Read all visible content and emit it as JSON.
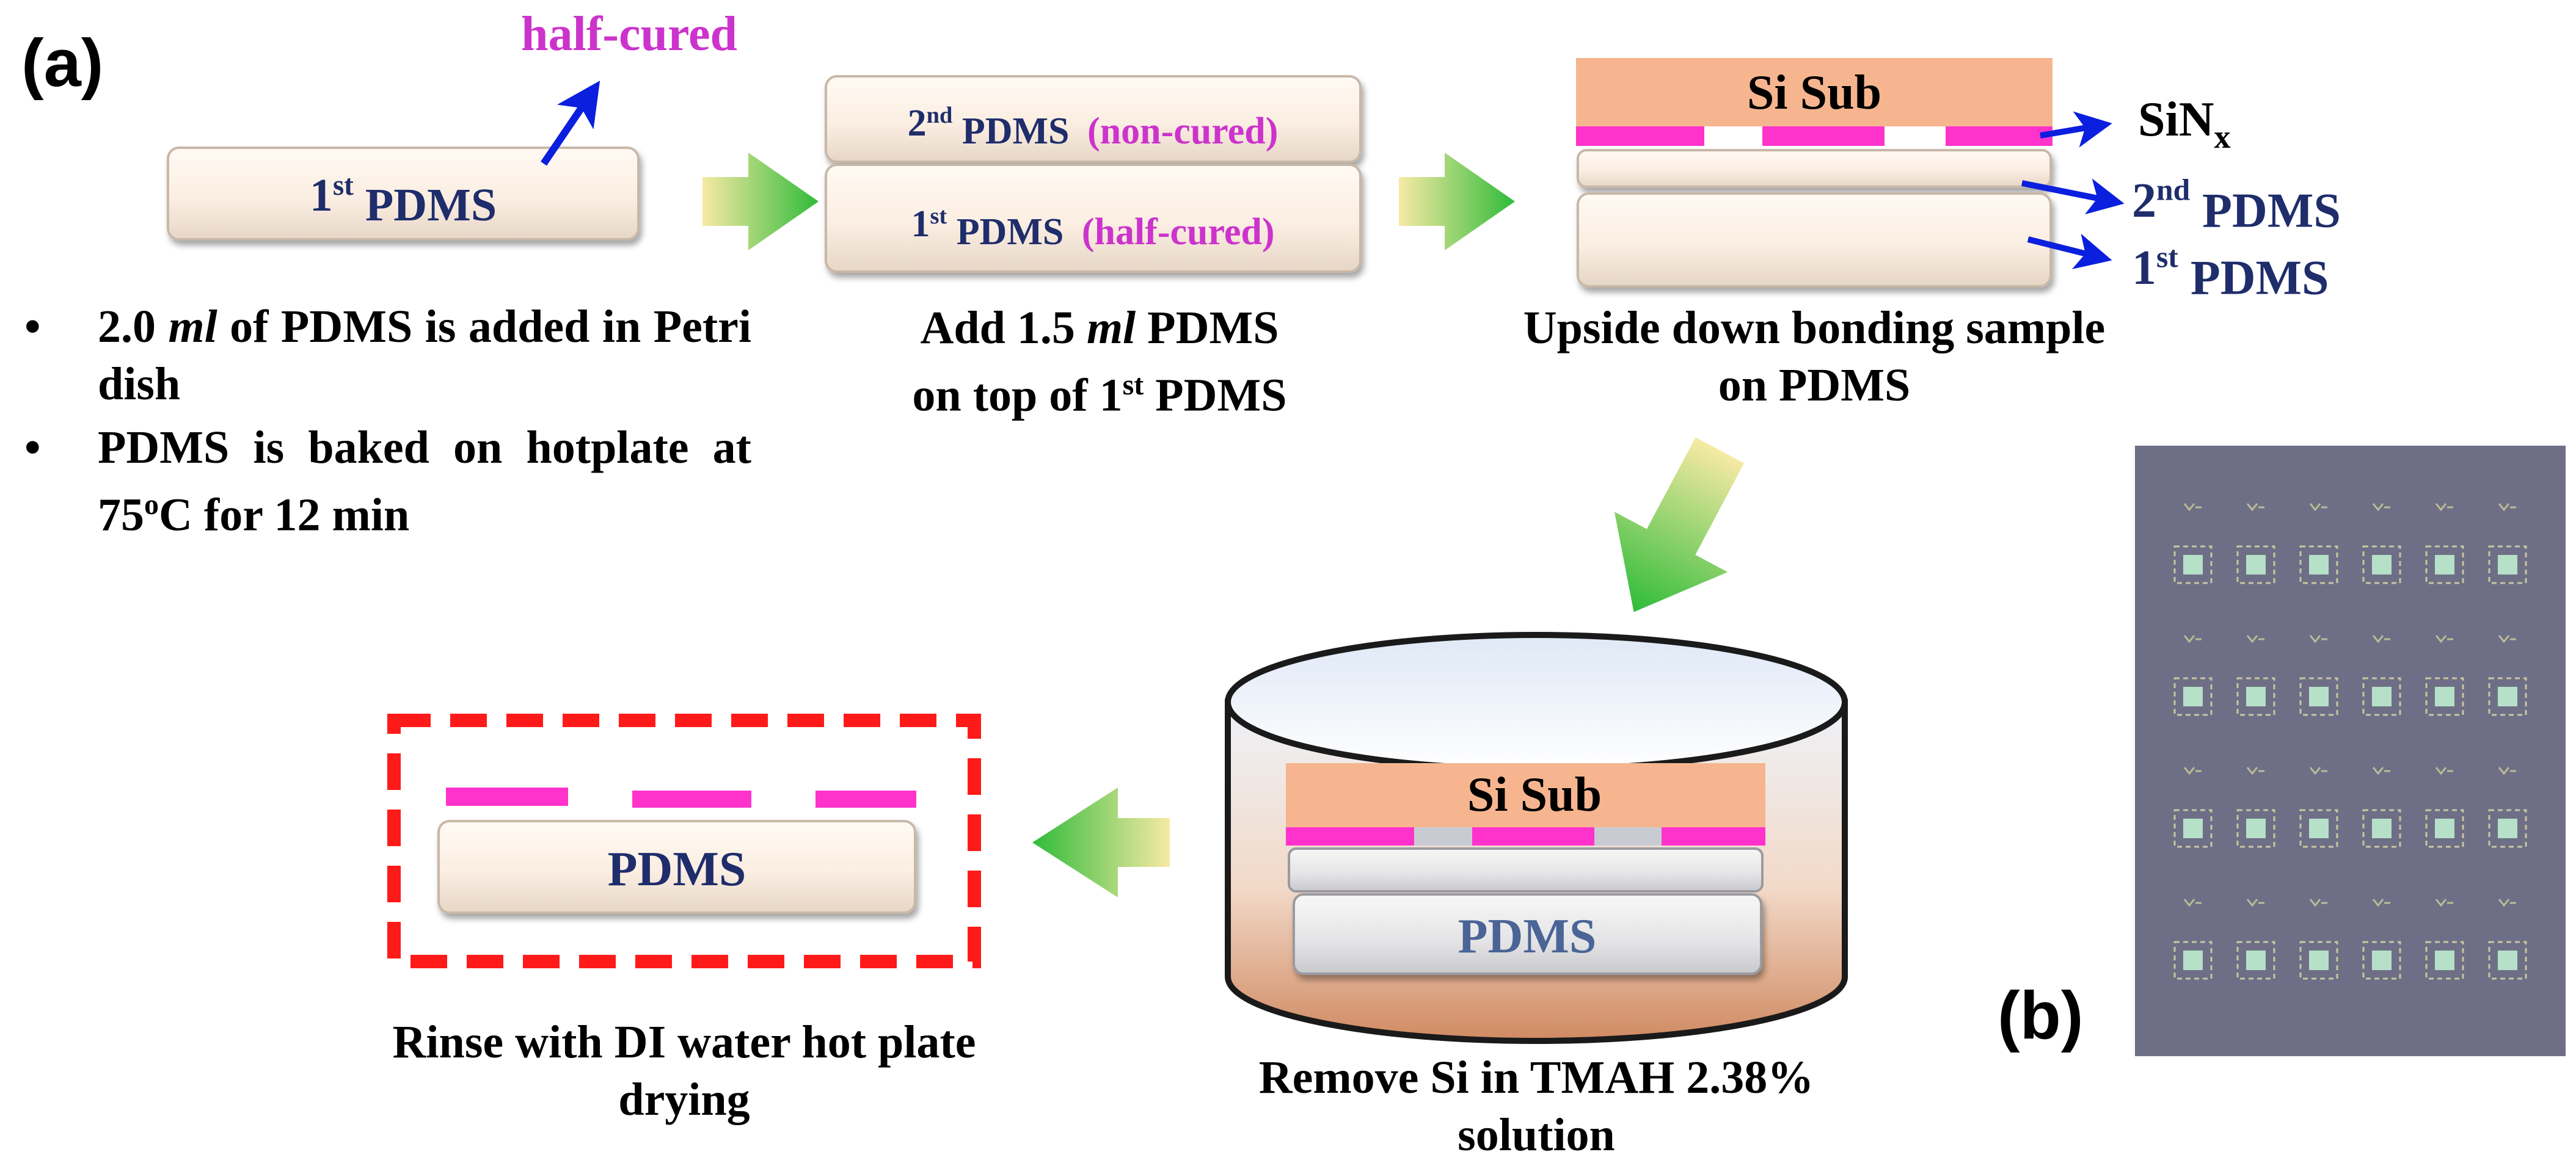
{
  "panel_labels": {
    "a": "(a)",
    "b": "(b)"
  },
  "step1": {
    "layer_label": "1st PDMS",
    "callout": "half-cured",
    "bullets": [
      "2.0 ml of PDMS is added in Petri dish",
      "PDMS is baked on hotplate at 75oC for 12 min"
    ]
  },
  "step2": {
    "top_layer": "2nd PDMS",
    "top_state": "(non-cured)",
    "bottom_layer": "1st PDMS",
    "bottom_state": "(half-cured)",
    "caption_line1": "Add 1.5 ml PDMS",
    "caption_line2": "on top of 1st PDMS"
  },
  "step3": {
    "substrate": "Si Sub",
    "callouts": [
      "SiNx",
      "2nd PDMS",
      "1st PDMS"
    ],
    "caption_line1": "Upside down bonding sample",
    "caption_line2": "on PDMS"
  },
  "step4": {
    "substrate": "Si Sub",
    "layer": "PDMS",
    "caption_line1": "Remove Si in TMAH 2.38%",
    "caption_line2": "solution"
  },
  "step5": {
    "layer": "PDMS",
    "caption_line1": "Rinse with DI water hot plate",
    "caption_line2": "drying"
  },
  "colors": {
    "pdms_fill": "#fbeee2",
    "pdms_edge": "#c8b8a8",
    "sinx_magenta": "#ff33cc",
    "si_sub_orange": "#f6b58f",
    "highlight_magenta": "#cc33cc",
    "callout_blue": "#0b1fde",
    "label_navy": "#1f2d6b",
    "dashed_red": "#ff1a1a",
    "arrow_green": "#5ac93a",
    "arrow_yellow": "#f5e6a0",
    "micrograph_bg": "#6e6f86"
  },
  "micrograph": {
    "description_icon": "optical-micrograph",
    "pad_rows": 4,
    "pad_cols": 6
  }
}
